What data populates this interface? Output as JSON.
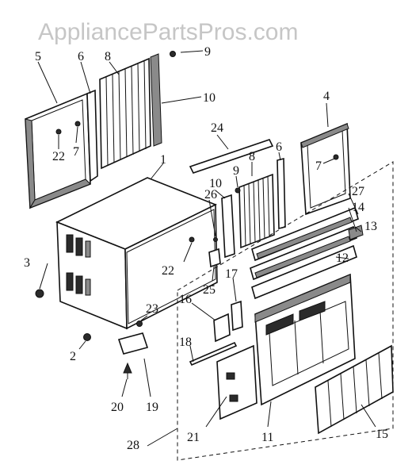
{
  "watermark": "AppliancePartsPros.com",
  "callouts": {
    "c1": "1",
    "c2": "2",
    "c3": "3",
    "c4": "4",
    "c5": "5",
    "c6a": "6",
    "c6b": "6",
    "c7a": "7",
    "c7b": "7",
    "c8a": "8",
    "c8b": "8",
    "c9a": "9",
    "c9b": "9",
    "c10a": "10",
    "c10b": "10",
    "c11": "11",
    "c12": "12",
    "c13": "13",
    "c14": "14",
    "c15": "15",
    "c16": "16",
    "c17": "17",
    "c18": "18",
    "c19": "19",
    "c20": "20",
    "c21": "21",
    "c22a": "22",
    "c22b": "22",
    "c23": "23",
    "c24": "24",
    "c25": "25",
    "c26": "26",
    "c27": "27",
    "c28": "28"
  }
}
